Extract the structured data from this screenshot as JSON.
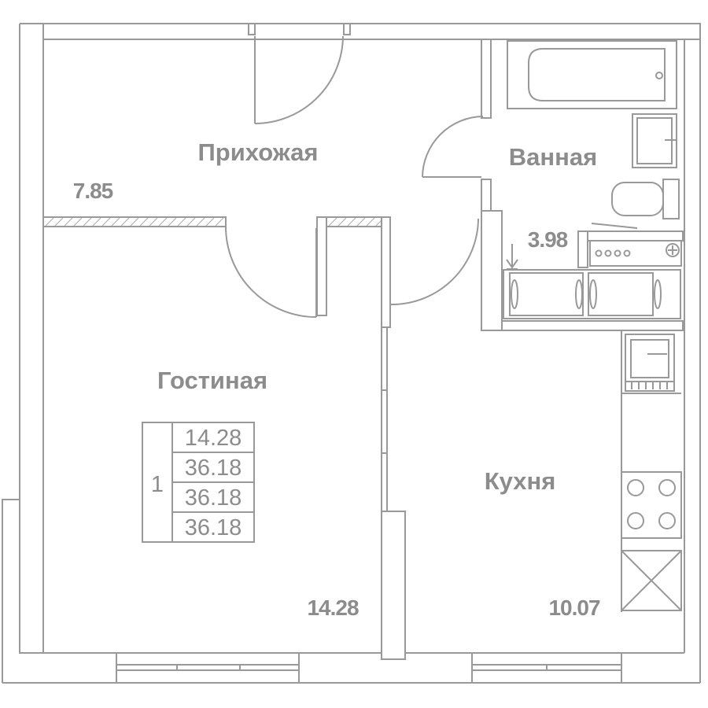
{
  "colors": {
    "line": "#999999",
    "wall_fill": "#ffffff",
    "text": "#8c8c8c",
    "hatch": "#a8a8a8"
  },
  "rooms": {
    "hallway": {
      "name": "Прихожая",
      "area": "7.85"
    },
    "bathroom": {
      "name": "Ванная",
      "area": "3.98"
    },
    "living": {
      "name": "Гостиная",
      "area": "14.28"
    },
    "kitchen": {
      "name": "Кухня",
      "area": "10.07"
    }
  },
  "summary_table": {
    "rooms_count": "1",
    "values": [
      "14.28",
      "36.18",
      "36.18",
      "36.18"
    ]
  },
  "icons": [
    "bathtub-icon",
    "washbasin-icon",
    "toilet-icon",
    "water-heater-icon",
    "kitchen-sink-icon",
    "stove-icon",
    "ventilation-shaft-icon",
    "entrance-arrow-icon"
  ]
}
